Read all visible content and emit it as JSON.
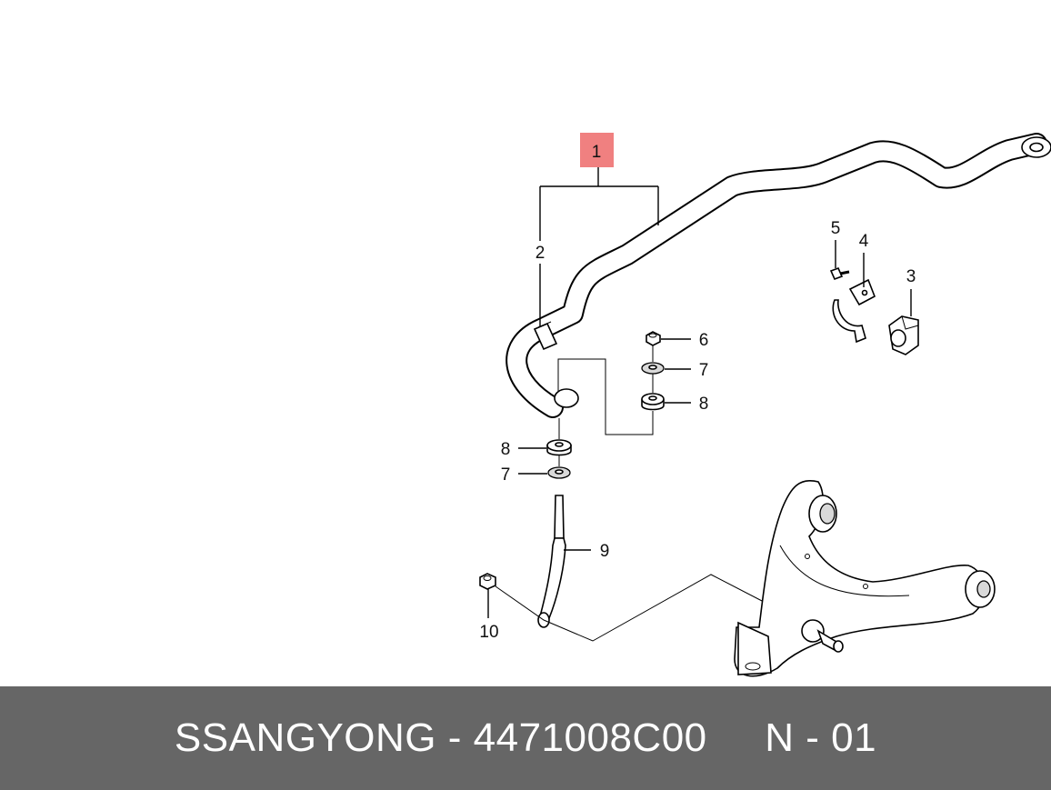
{
  "colors": {
    "highlight": "#f08080",
    "footer_bg": "#666666",
    "footer_text": "#ffffff"
  },
  "callouts": {
    "c1": "1",
    "c2": "2",
    "c3": "3",
    "c4": "4",
    "c5": "5",
    "c6": "6",
    "c7_upper": "7",
    "c8_upper": "8",
    "c8_lower": "8",
    "c7_lower": "7",
    "c9": "9",
    "c10": "10"
  },
  "footer": {
    "text": "SSANGYONG - 4471008C00     N - 01"
  }
}
